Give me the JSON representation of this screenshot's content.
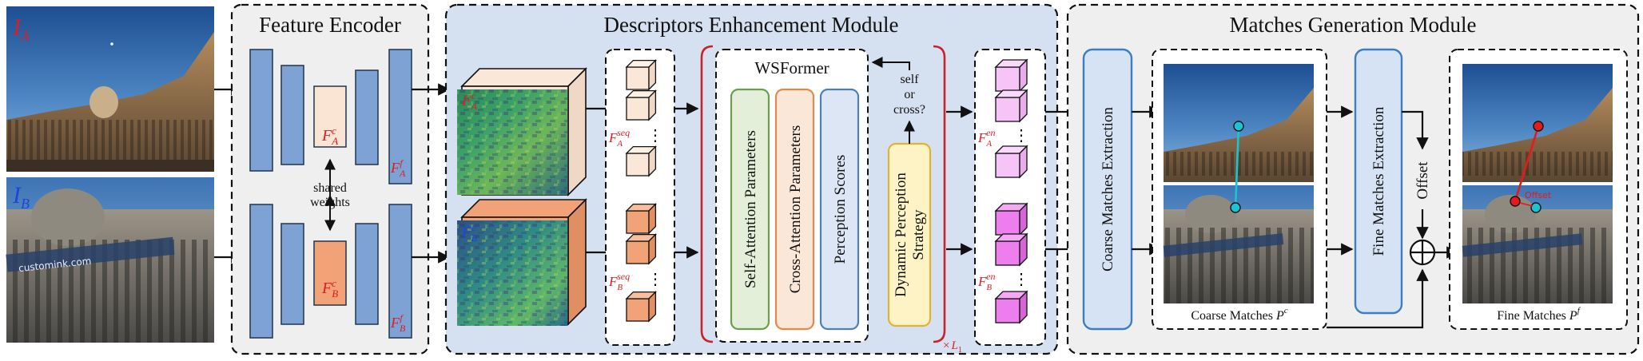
{
  "photo_labels": {
    "a": "I",
    "a_sub": "A",
    "b": "I",
    "b_sub": "B",
    "watermark": "customink.com"
  },
  "feature_encoder": {
    "title": "Feature Encoder",
    "coarse_a": "F",
    "coarse_a_sub": "A",
    "coarse_a_sup": "c",
    "fine_a": "F",
    "fine_a_sub": "A",
    "fine_a_sup": "f",
    "coarse_b": "F",
    "coarse_b_sub": "B",
    "coarse_b_sup": "c",
    "fine_b": "F",
    "fine_b_sub": "B",
    "fine_b_sup": "f",
    "shared_1": "shared",
    "shared_2": "weights"
  },
  "enhancement": {
    "title": "Descriptors Enhancement Module",
    "map_a": "F",
    "map_a_sub": "A",
    "map_a_sup": "c",
    "map_b": "F",
    "map_b_sub": "B",
    "map_b_sup": "c",
    "seq_a": "F",
    "seq_a_sub": "A",
    "seq_a_sup": "seq",
    "seq_b": "F",
    "seq_b_sub": "B",
    "seq_b_sup": "seq",
    "wsformer": "WSFormer",
    "self_attn": "Self-Attention Parameters",
    "cross_attn": "Cross-Attention Parameters",
    "perception": "Perception Scores",
    "dynamic_1": "Dynamic Perception",
    "dynamic_2": "Strategy",
    "q1": "self",
    "q2": "or",
    "q3": "cross?",
    "repeat": "×",
    "repeat_var": "L",
    "repeat_sub": "1",
    "en_a": "F",
    "en_a_sub": "A",
    "en_a_sup": "en",
    "en_b": "F",
    "en_b_sub": "B",
    "en_b_sup": "en",
    "ellipsis": "⋮"
  },
  "matches": {
    "title": "Matches Generation Module",
    "coarse_extract": "Coarse Matches Extraction",
    "coarse_caption": "Coarse Matches ",
    "coarse_sym": "P",
    "coarse_sup": "c",
    "fine_extract": "Fine Matches Extraction",
    "offset": "Offset",
    "offset_small": "Offset",
    "fine_caption": "Fine Matches ",
    "fine_sym": "P",
    "fine_sup": "f"
  }
}
